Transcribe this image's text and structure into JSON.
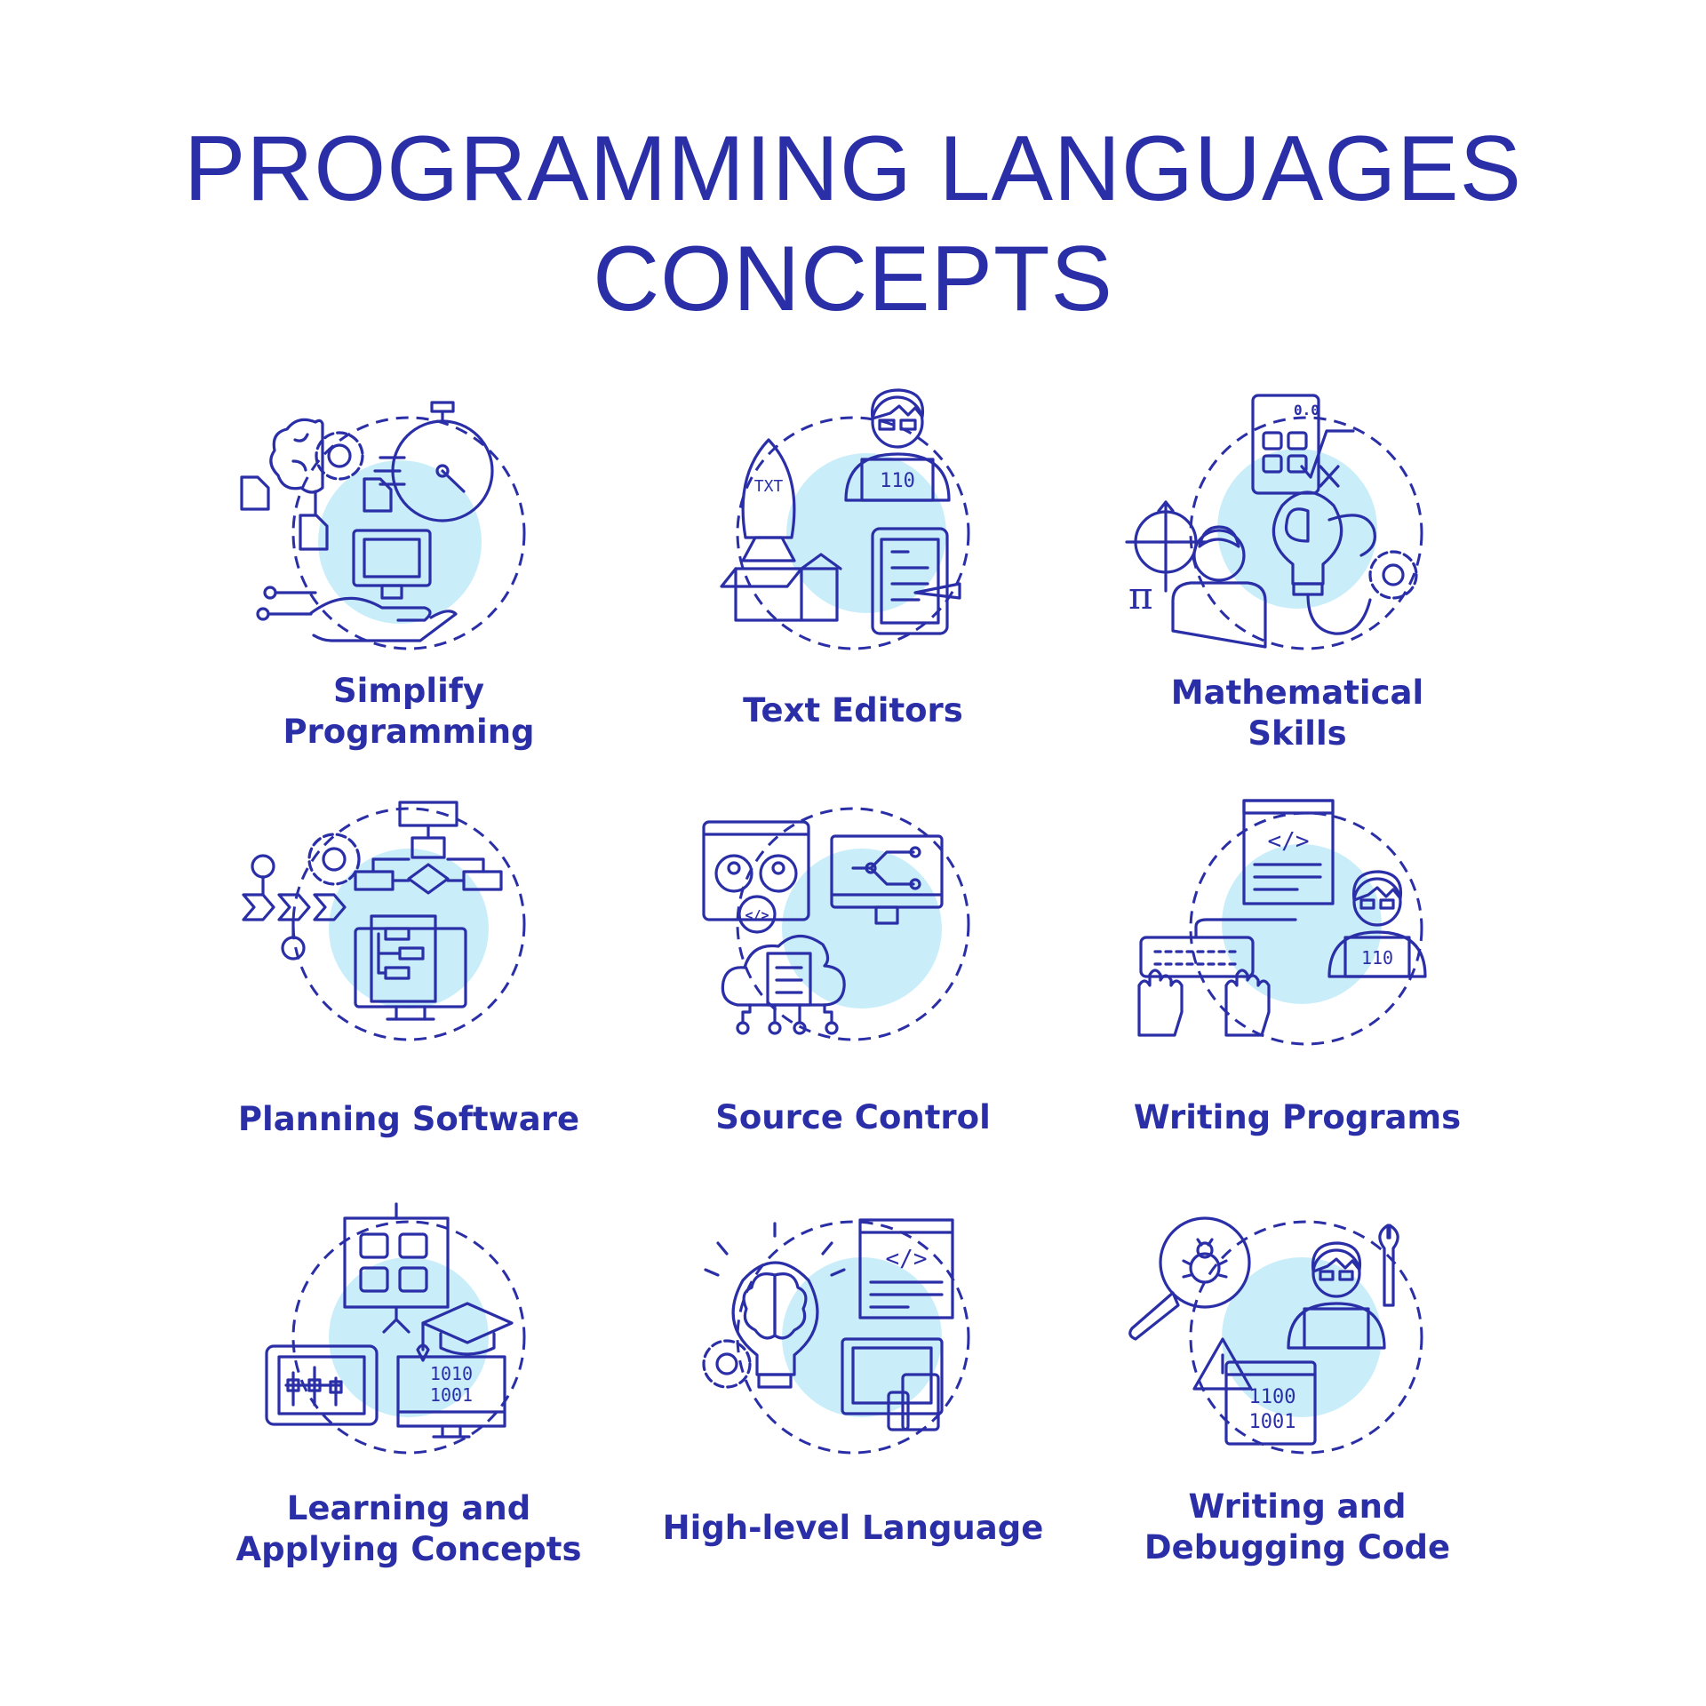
{
  "title": {
    "line1": "PROGRAMMING LANGUAGES",
    "line2": "CONCEPTS"
  },
  "colors": {
    "ink": "#2a2fa8",
    "sky": "#c9eefa",
    "yellow": "#f7e66b",
    "salmon": "#f08a86",
    "blue": "#8ccff2",
    "white": "#ffffff"
  },
  "concepts": [
    {
      "line1": "Simplify",
      "line2": "Programming",
      "icons": [
        "brain-icon",
        "gear-icon",
        "stopwatch-icon",
        "document-icon",
        "monitor-icon",
        "hand-icon"
      ]
    },
    {
      "line1": "Text Editors",
      "line2": "",
      "icons": [
        "rocket-icon",
        "box-icon",
        "programmer-icon",
        "tablet-icon",
        "pencil-icon"
      ],
      "rocket_text": "TXT",
      "laptop_text": "110"
    },
    {
      "line1": "Mathematical",
      "line2": "Skills",
      "icons": [
        "calculator-icon",
        "person-icon",
        "lightbulb-icon",
        "gear-icon",
        "compass-icon"
      ],
      "calc_text": "0.0",
      "pi_text": "π"
    },
    {
      "line1": "Planning Software",
      "line2": "",
      "icons": [
        "flowchart-icon",
        "gear-icon",
        "arrows-icon",
        "monitor-icon"
      ]
    },
    {
      "line1": "Source Control",
      "line2": "",
      "icons": [
        "users-icon",
        "code-icon",
        "monitor-icon",
        "cloud-icon",
        "document-icon"
      ],
      "code_text": "</>"
    },
    {
      "line1": "Writing Programs",
      "line2": "",
      "icons": [
        "code-window-icon",
        "keyboard-icon",
        "hands-icon",
        "programmer-icon"
      ],
      "code_text": "</>",
      "laptop_text": "110"
    },
    {
      "line1": "Learning and",
      "line2": "Applying Concepts",
      "icons": [
        "presentation-board-icon",
        "tablet-icon",
        "graduation-cap-icon",
        "monitor-icon"
      ],
      "binary_line1": "1010",
      "binary_line2": "1001"
    },
    {
      "line1": "High-level Language",
      "line2": "",
      "icons": [
        "lightbulb-brain-icon",
        "gear-icon",
        "code-window-icon",
        "devices-icon"
      ],
      "code_text": "</>"
    },
    {
      "line1": "Writing and",
      "line2": "Debugging Code",
      "icons": [
        "magnifier-bug-icon",
        "programmer-icon",
        "wrench-icon",
        "warning-icon",
        "binary-window-icon"
      ],
      "binary_line1": "1100",
      "binary_line2": "1001"
    }
  ]
}
